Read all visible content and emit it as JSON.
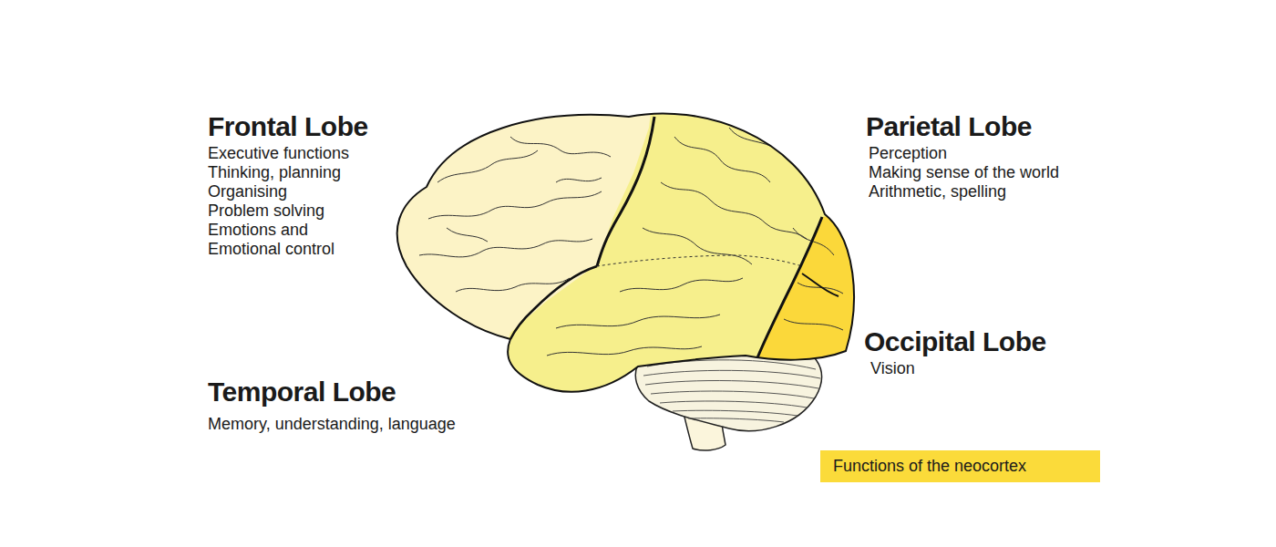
{
  "diagram": {
    "labels": [
      "Frontal Lobe",
      "Executive functions",
      "Thinking, planning",
      "Organising",
      "Problem solving",
      "Emotions and Emotional control",
      "Parietal Lobe",
      "Perception",
      "Making sense of the world",
      "Arithmetic, spelling",
      "Occipital Lobe",
      "Vision",
      "Temporal Lobe",
      "Memory, understanding, language"
    ],
    "legend": [
      {
        "text": "Functions of the neocortex",
        "color": "#fbdb3a"
      }
    ]
  }
}
